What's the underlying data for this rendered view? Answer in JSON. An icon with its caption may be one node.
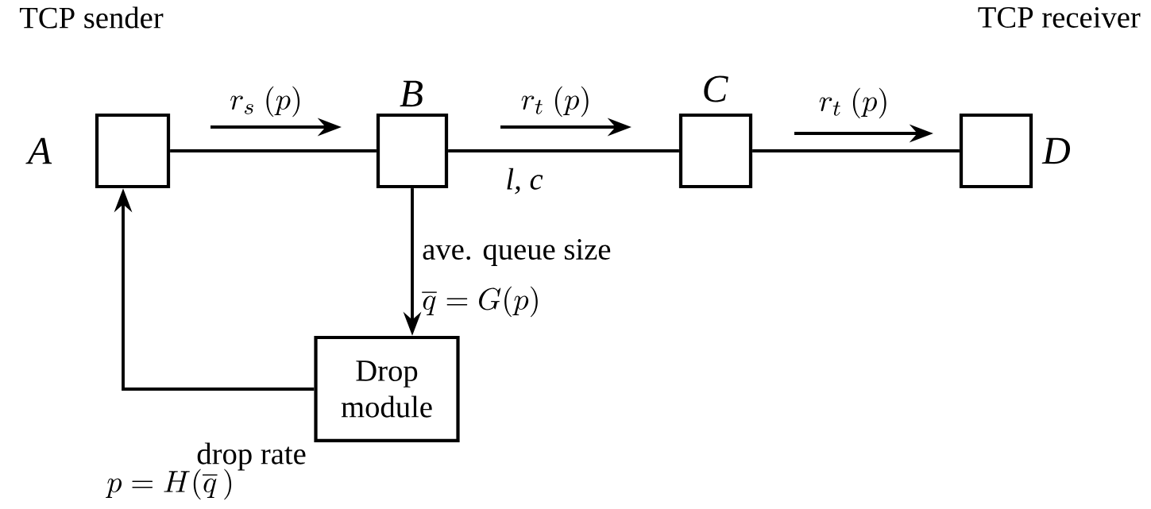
{
  "diagram": {
    "nodes": [
      {
        "text": [],
        "shape": "box",
        "beside": [
          "A"
        ]
      },
      {
        "text": [],
        "shape": "box",
        "beside": [
          "B"
        ]
      },
      {
        "text": [],
        "shape": "box",
        "beside": [
          "C"
        ]
      },
      {
        "text": [],
        "shape": "box",
        "beside": [
          "D"
        ]
      },
      {
        "text": [
          "Drop module"
        ]
      }
    ],
    "edges": [
      {
        "from": 0,
        "to": 1,
        "arrow": "none"
      },
      {
        "from": 1,
        "to": 2,
        "arrow": "none",
        "label": "l, c"
      },
      {
        "from": 2,
        "to": 3,
        "arrow": "none"
      },
      {
        "from": 1,
        "to": 4,
        "arrow": "to",
        "label": "ave. queue size"
      },
      {
        "from": 4,
        "to": 0,
        "arrow": "to",
        "label": "drop rate"
      }
    ],
    "labels": [
      "TCP sender",
      "TCP receiver",
      "r_s\\ (p)",
      "r_t\\ (p)",
      "r_t\\ (p)",
      "\\overline{q}=G(p)",
      "p=H(\\overline{q}\\,)"
    ]
  }
}
